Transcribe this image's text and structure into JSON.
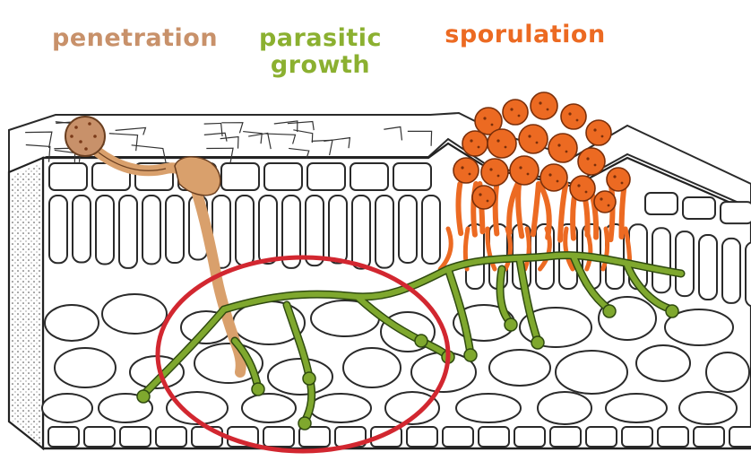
{
  "labels": {
    "penetration": "penetration",
    "parasitic_growth_line1": "parasitic",
    "parasitic_growth_line2": "growth",
    "sporulation": "sporulation"
  },
  "colors": {
    "penetration": "#c8916a",
    "parasitic_growth": "#8bb030",
    "sporulation": "#ec6a22",
    "highlight_ring": "#d22730",
    "hyphae": "#7fa82e",
    "germ_tube": "#d9a06c",
    "spore_dots": "#7a3a18"
  },
  "highlight": "red ellipse around parasitic growth in mesophyll"
}
